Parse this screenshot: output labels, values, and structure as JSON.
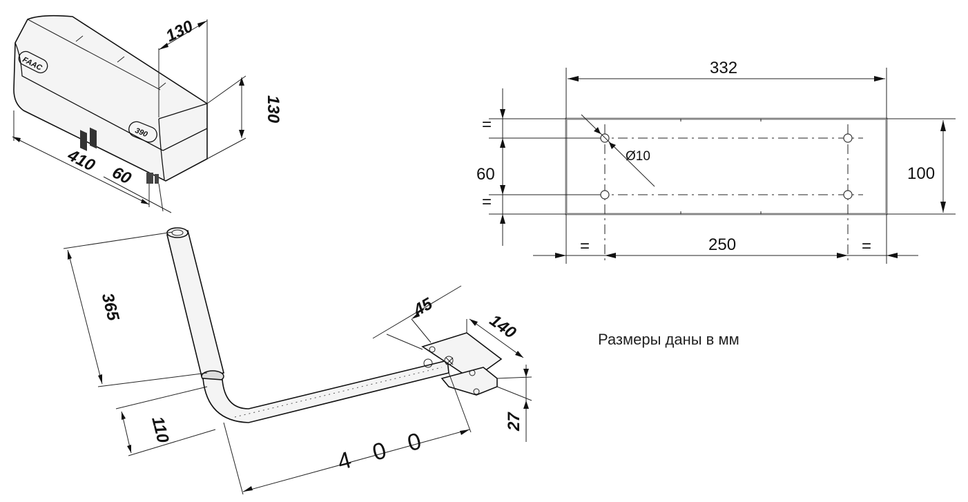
{
  "motor": {
    "brand": "FAAC",
    "model": "390",
    "dim_length": "410",
    "dim_depth": "130",
    "dim_height": "130",
    "dim_shaft": "60"
  },
  "arm": {
    "dim_straight": "365",
    "dim_bend": "110",
    "dim_curved": "4 0 0",
    "dim_bracket_offset": "45",
    "dim_bracket_width": "140",
    "dim_bracket_height": "27"
  },
  "plate": {
    "width": "332",
    "height": "100",
    "hole_spacing_h": "250",
    "hole_spacing_v": "60",
    "hole_diameter": "Ø10",
    "equal_sign": "="
  },
  "note": "Размеры даны в мм"
}
